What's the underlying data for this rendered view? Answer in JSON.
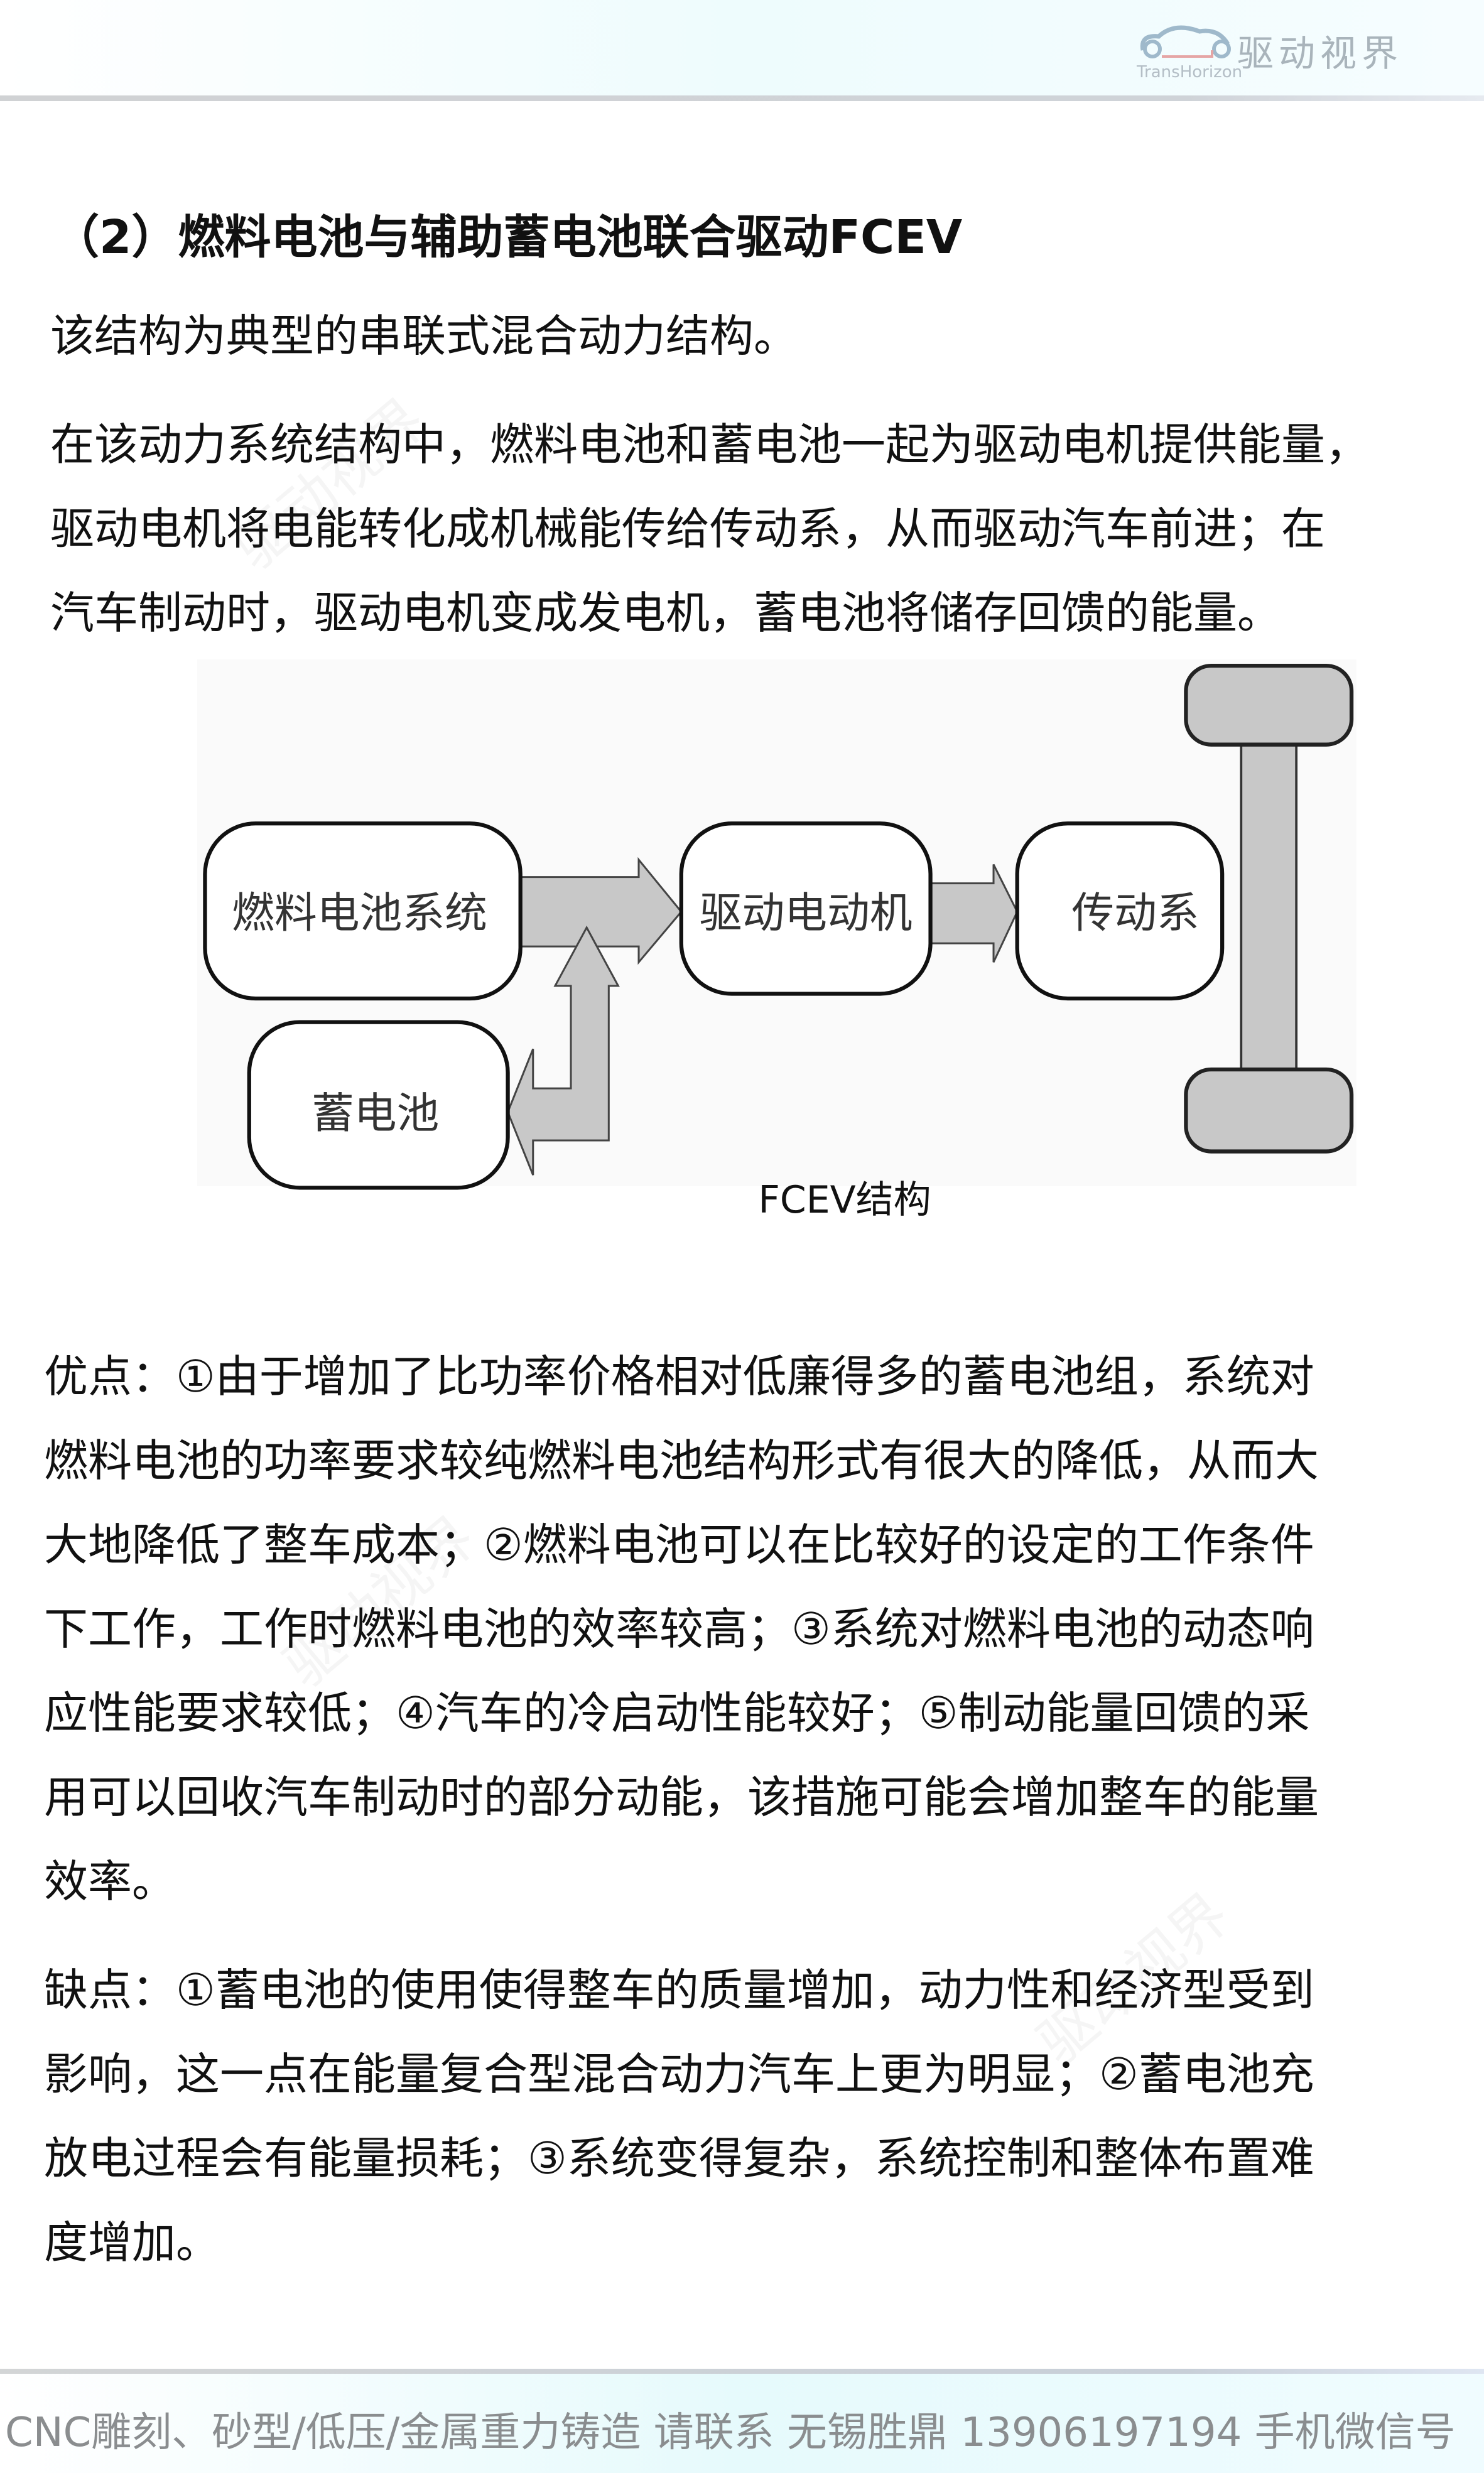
{
  "header": {
    "logo_cn": "驱动视界",
    "logo_en": "TransHorizon"
  },
  "title": "（2）燃料电池与辅助蓄电池联合驱动FCEV",
  "intro": "该结构为典型的串联式混合动力结构。",
  "description_lines": [
    "在该动力系统结构中，燃料电池和蓄电池一起为驱动电机提供能量，",
    "驱动电机将电能转化成机械能传给传动系，从而驱动汽车前进；在",
    "汽车制动时，驱动电机变成发电机，蓄电池将储存回馈的能量。"
  ],
  "diagram": {
    "fuel_cell": "燃料电池系统",
    "motor": "驱动电动机",
    "transmission": "传动系",
    "battery": "蓄电池",
    "caption": "FCEV结构"
  },
  "advantages_lines": [
    "优点：①由于增加了比功率价格相对低廉得多的蓄电池组，系统对",
    "燃料电池的功率要求较纯燃料电池结构形式有很大的降低，从而大",
    "大地降低了整车成本；②燃料电池可以在比较好的设定的工作条件",
    "下工作，工作时燃料电池的效率较高；③系统对燃料电池的动态响",
    "应性能要求较低；④汽车的冷启动性能较好；⑤制动能量回馈的采",
    "用可以回收汽车制动时的部分动能，该措施可能会增加整车的能量",
    "效率。"
  ],
  "disadvantages_lines": [
    "缺点：①蓄电池的使用使得整车的质量增加，动力性和经济型受到",
    "影响，这一点在能量复合型混合动力汽车上更为明显；②蓄电池充",
    "放电过程会有能量损耗；③系统变得复杂，系统控制和整体布置难",
    "度增加。"
  ],
  "footer": "CNC雕刻、砂型/低压/金属重力铸造 请联系 无锡胜鼎 13906197194 手机微信号",
  "watermark": "驱动视界"
}
